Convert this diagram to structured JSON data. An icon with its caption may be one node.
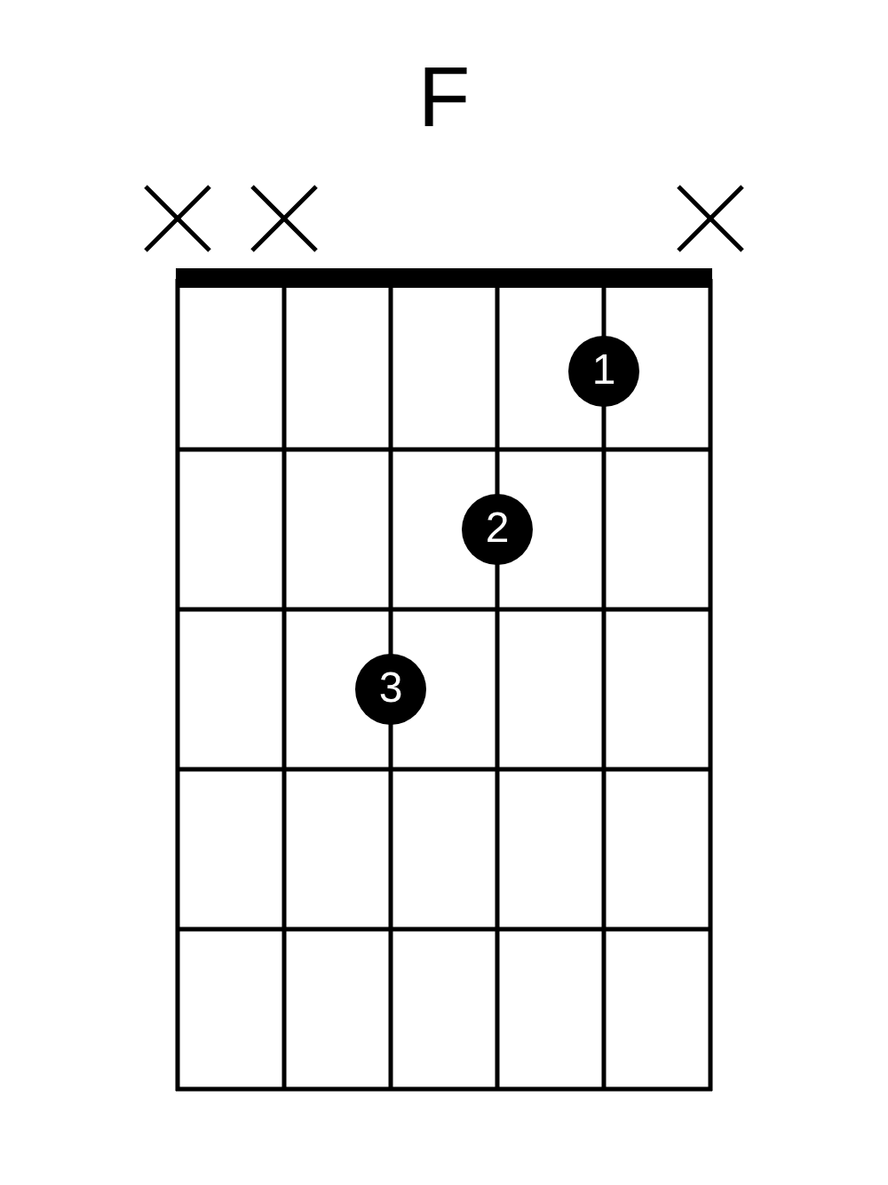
{
  "diagram": {
    "title": "F",
    "nodes": [
      {
        "text": [
          "1"
        ]
      },
      {
        "text": [
          "2"
        ]
      },
      {
        "text": [
          "3"
        ]
      }
    ]
  }
}
